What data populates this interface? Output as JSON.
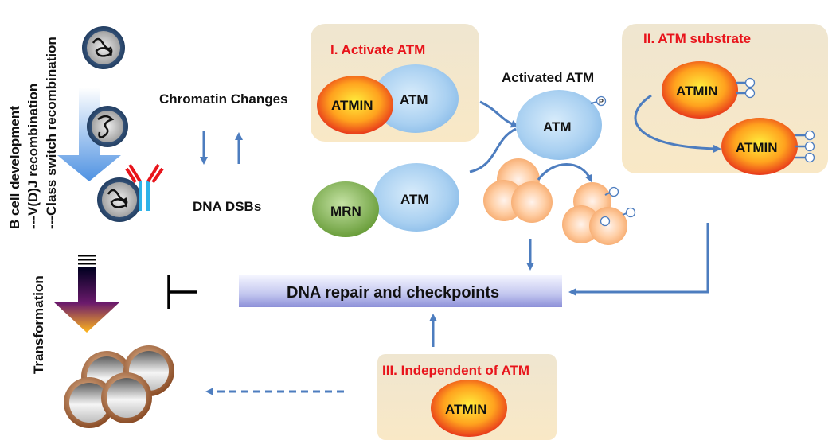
{
  "vertical_labels": {
    "line1": "B cell development",
    "line2": "---V(D)J recombination",
    "line3": "---Class switch recombination",
    "transformation": "Transformation"
  },
  "center_labels": {
    "chromatin_changes": "Chromatin Changes",
    "dna_dsbs": "DNA DSBs",
    "activated_atm": "Activated ATM"
  },
  "box1": {
    "title": "I. Activate ATM",
    "atmin": "ATMIN",
    "atm": "ATM"
  },
  "box2": {
    "title": "II. ATM substrate",
    "atmin_top": "ATMIN",
    "atmin_bottom": "ATMIN"
  },
  "box3": {
    "title": "III. Independent of ATM",
    "atmin": "ATMIN"
  },
  "mrn_complex": {
    "mrn": "MRN",
    "atm": "ATM"
  },
  "activated": {
    "atm": "ATM"
  },
  "repair_bar": {
    "label": "DNA repair and checkpoints"
  },
  "phospho": "P",
  "colors": {
    "arrow": "#4d7dbf",
    "box_fill": "#f6e6c8",
    "atmin_core": "#ffe93a",
    "atmin_edge": "#e6201a",
    "atm_blue": "#9ec9ef",
    "mrn_green": "#7cae4a",
    "title_red": "#e8141b"
  }
}
